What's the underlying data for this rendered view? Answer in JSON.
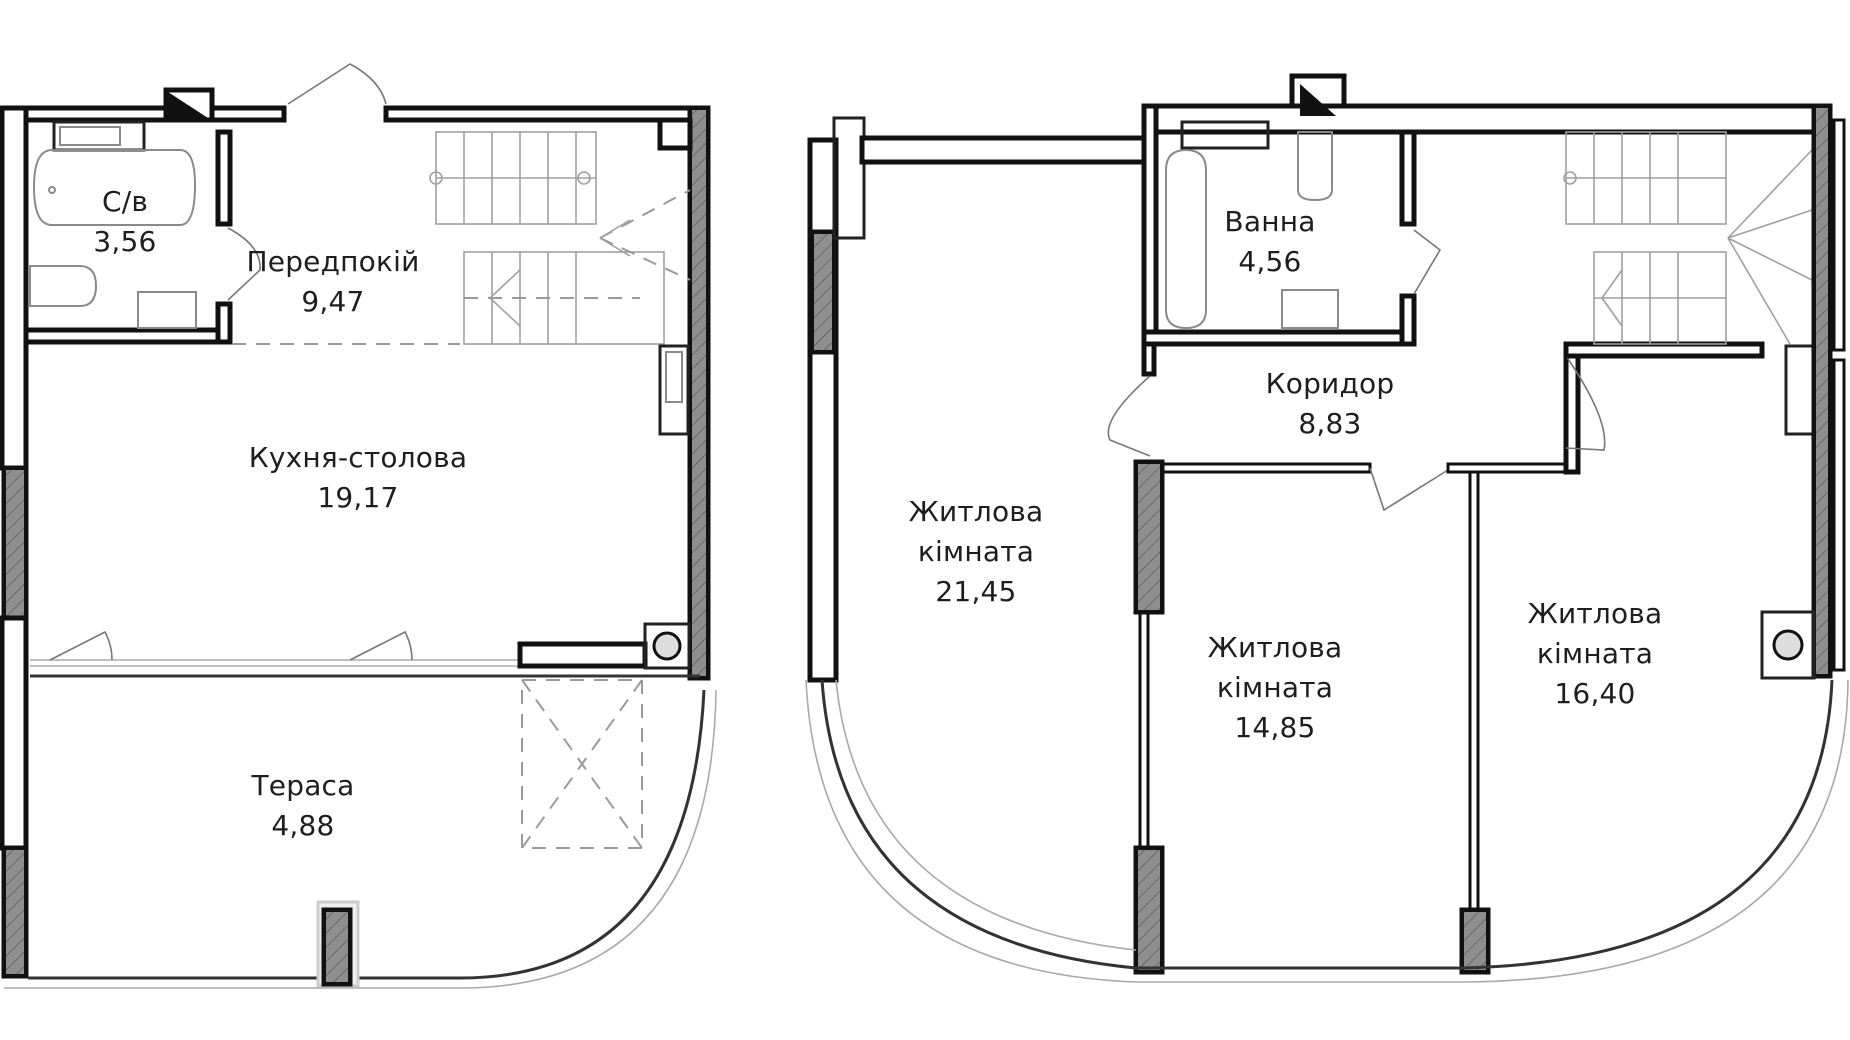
{
  "plan": {
    "levels": [
      {
        "name": "level-1",
        "rooms": [
          {
            "id": "wc",
            "name": "С/в",
            "area": "3,56"
          },
          {
            "id": "hall",
            "name": "Передпокій",
            "area": "9,47"
          },
          {
            "id": "kitchen",
            "name": "Кухня-столова",
            "area": "19,17"
          },
          {
            "id": "terrace",
            "name": "Тераса",
            "area": "4,88"
          }
        ]
      },
      {
        "name": "level-2",
        "rooms": [
          {
            "id": "bath",
            "name": "Ванна",
            "area": "4,56"
          },
          {
            "id": "corridor",
            "name": "Коридор",
            "area": "8,83"
          },
          {
            "id": "living1",
            "name_line1": "Житлова",
            "name_line2": "кімната",
            "area": "21,45"
          },
          {
            "id": "living2",
            "name_line1": "Житлова",
            "name_line2": "кімната",
            "area": "14,85"
          },
          {
            "id": "living3",
            "name_line1": "Житлова",
            "name_line2": "кімната",
            "area": "16,40"
          }
        ]
      }
    ],
    "colors": {
      "wall": "#111111",
      "column": "#8f8f8f",
      "fixture": "#8a8a8a",
      "background": "#ffffff"
    }
  }
}
